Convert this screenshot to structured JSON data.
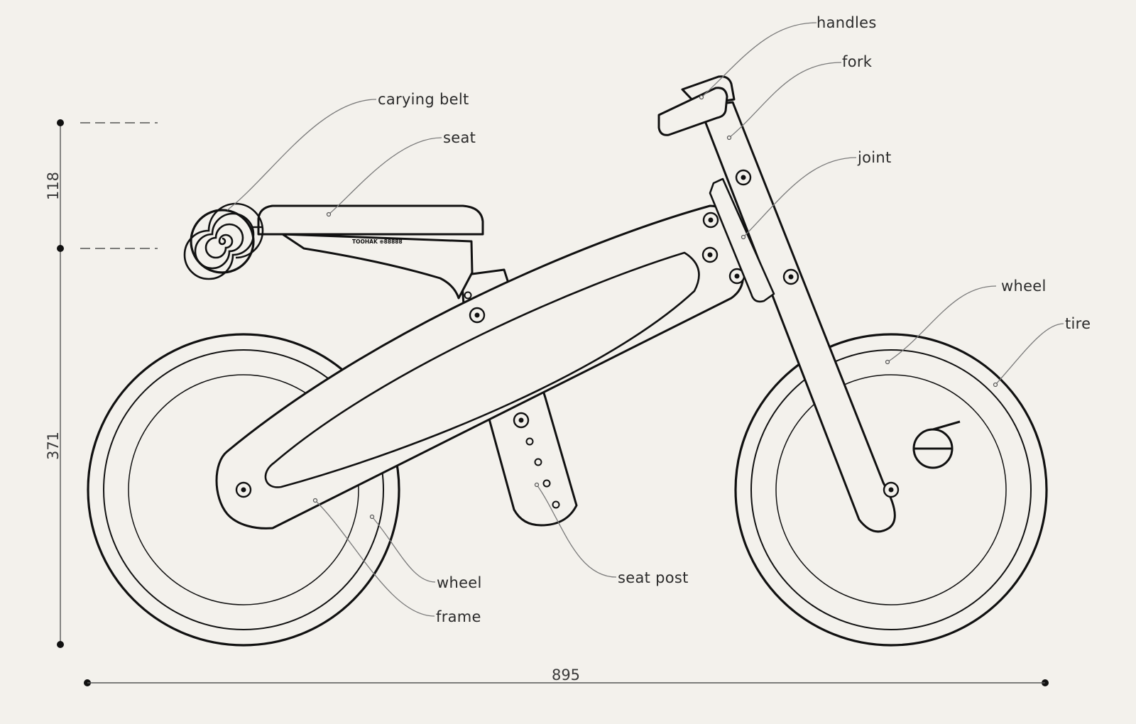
{
  "labels": {
    "handles": "handles",
    "fork": "fork",
    "carrying_belt": "carying belt",
    "seat": "seat",
    "joint": "joint",
    "wheel_front": "wheel",
    "tire": "tire",
    "wheel_rear": "wheel",
    "frame": "frame",
    "seat_post": "seat post"
  },
  "dimensions": {
    "seat_height_extra": "118",
    "seat_height": "371",
    "total_length": "895"
  },
  "seat_brand": "TOOHAK ⊕88888",
  "colors": {
    "background": "#f3f1ec",
    "line": "#111111",
    "leader": "#7a7a7a"
  }
}
